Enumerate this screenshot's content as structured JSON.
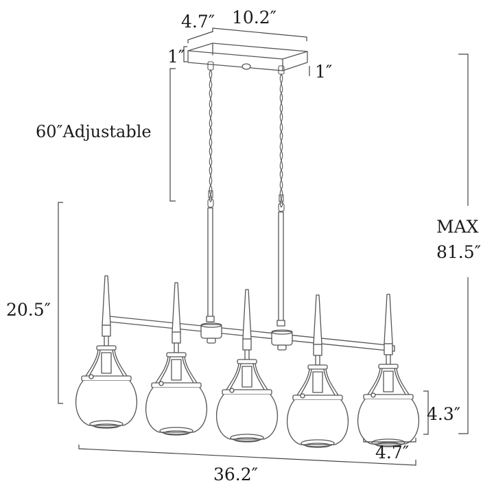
{
  "diagram": {
    "subject": "5-light linear pendant chandelier dimension drawing",
    "colors": {
      "line": "#555555",
      "dim_line": "#444444",
      "text": "#1a1a1a",
      "background": "#ffffff"
    },
    "labels": {
      "canopy_depth": "4.7″",
      "canopy_length": "10.2″",
      "canopy_height_left": "1″",
      "canopy_height_right": "1″",
      "chain_length": "60″Adjustable",
      "max_height_line1": "MAX",
      "max_height_line2": "81.5″",
      "fixture_height": "20.5″",
      "shade_height": "4.3″",
      "shade_width": "4.7″",
      "overall_width": "36.2″"
    },
    "lights": 5
  }
}
